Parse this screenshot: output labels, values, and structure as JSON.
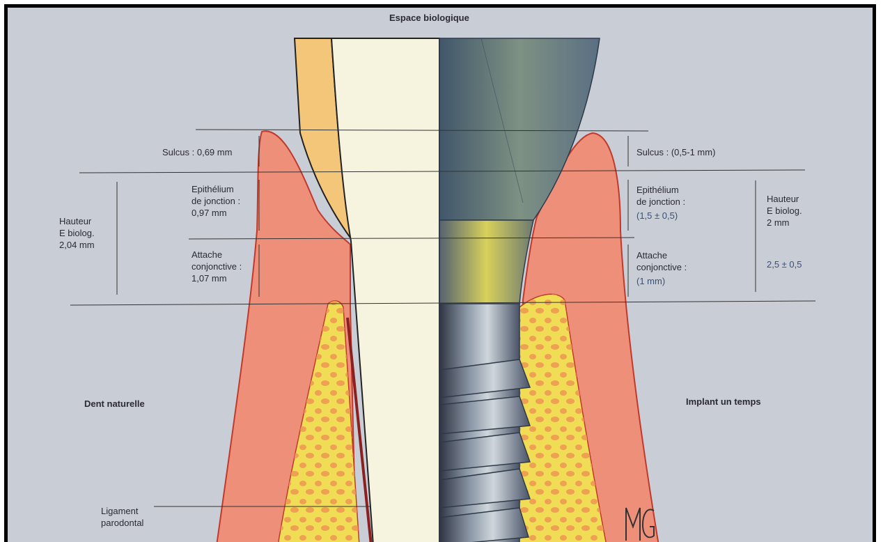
{
  "title": "Espace biologique",
  "natural": {
    "name": "Dent naturelle",
    "sulcus": "Sulcus : 0,69 mm",
    "epithelium": "Epithélium\nde jonction :\n0,97 mm",
    "attache": "Attache\nconjonctive :\n1,07 mm",
    "hauteur": "Hauteur\nE biolog.\n2,04 mm",
    "ligament": "Ligament\nparodontal"
  },
  "implant": {
    "name": "Implant un temps",
    "sulcus": "Sulcus : (0,5-1 mm)",
    "epithelium_label": "Epithélium\nde jonction :",
    "epithelium_value": "(1,5 ± 0,5)",
    "attache_label": "Attache\nconjonctive :",
    "attache_value": "(1 mm)",
    "hauteur": "Hauteur\nE biolog.\n2 mm",
    "hauteur_range": "2,5 ± 0,5"
  },
  "signature": "MG",
  "colors": {
    "background": "#c9cdd6",
    "gingiva": "#ee8f79",
    "gingiva_outline": "#c0392b",
    "bone": "#f1dd55",
    "bone_dots": "#ee9a52",
    "enamel": "#f4c679",
    "dentin": "#f6f3df",
    "implant_metal": "#6f7e8c",
    "implant_collar": "#c8c25a"
  }
}
